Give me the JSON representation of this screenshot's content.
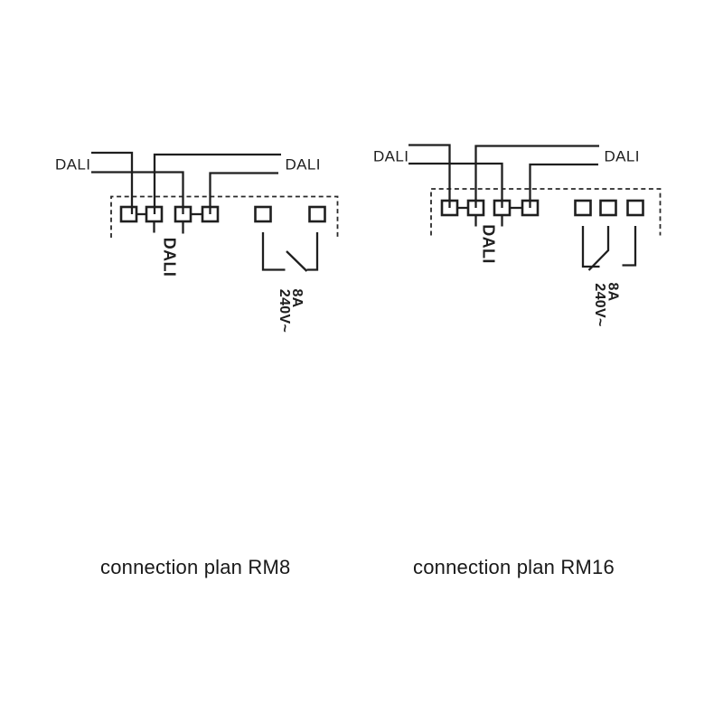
{
  "colors": {
    "background": "#ffffff",
    "ink": "#1f1f1f",
    "caption_text": "#191919"
  },
  "diagrams": [
    {
      "name": "RM8",
      "caption": "connection plan RM8",
      "bus_label_left": "DALI",
      "bus_label_right": "DALI",
      "terminal_block_label": "DALI",
      "relay_rating_current": "8A",
      "relay_rating_voltage": "240V~",
      "dali_terminal_count": 4,
      "relay_terminal_count": 2
    },
    {
      "name": "RM16",
      "caption": "connection plan RM16",
      "bus_label_left": "DALI",
      "bus_label_right": "DALI",
      "terminal_block_label": "DALI",
      "relay_rating_current": "8A",
      "relay_rating_voltage": "240V~",
      "dali_terminal_count": 4,
      "relay_terminal_count": 3
    }
  ]
}
